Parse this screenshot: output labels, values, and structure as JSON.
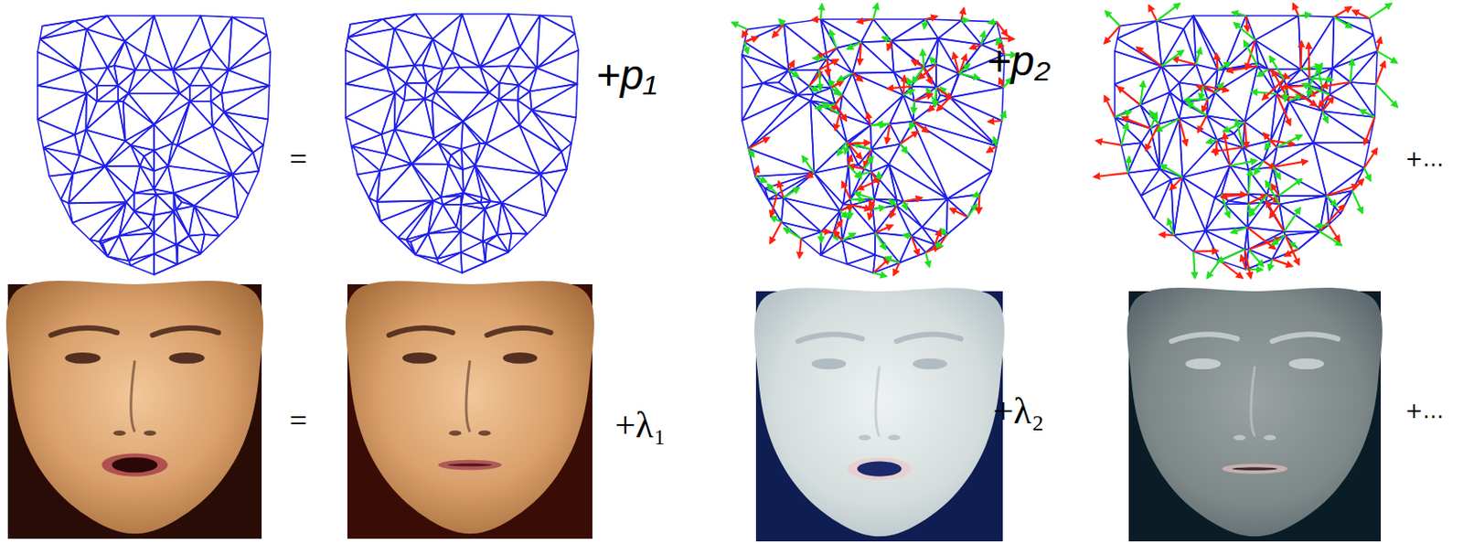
{
  "diagram": {
    "labels": [
      "=",
      "+p₁",
      "+p₂",
      "+…",
      "=",
      "+λ₁",
      "+λ₂",
      "+…"
    ]
  }
}
